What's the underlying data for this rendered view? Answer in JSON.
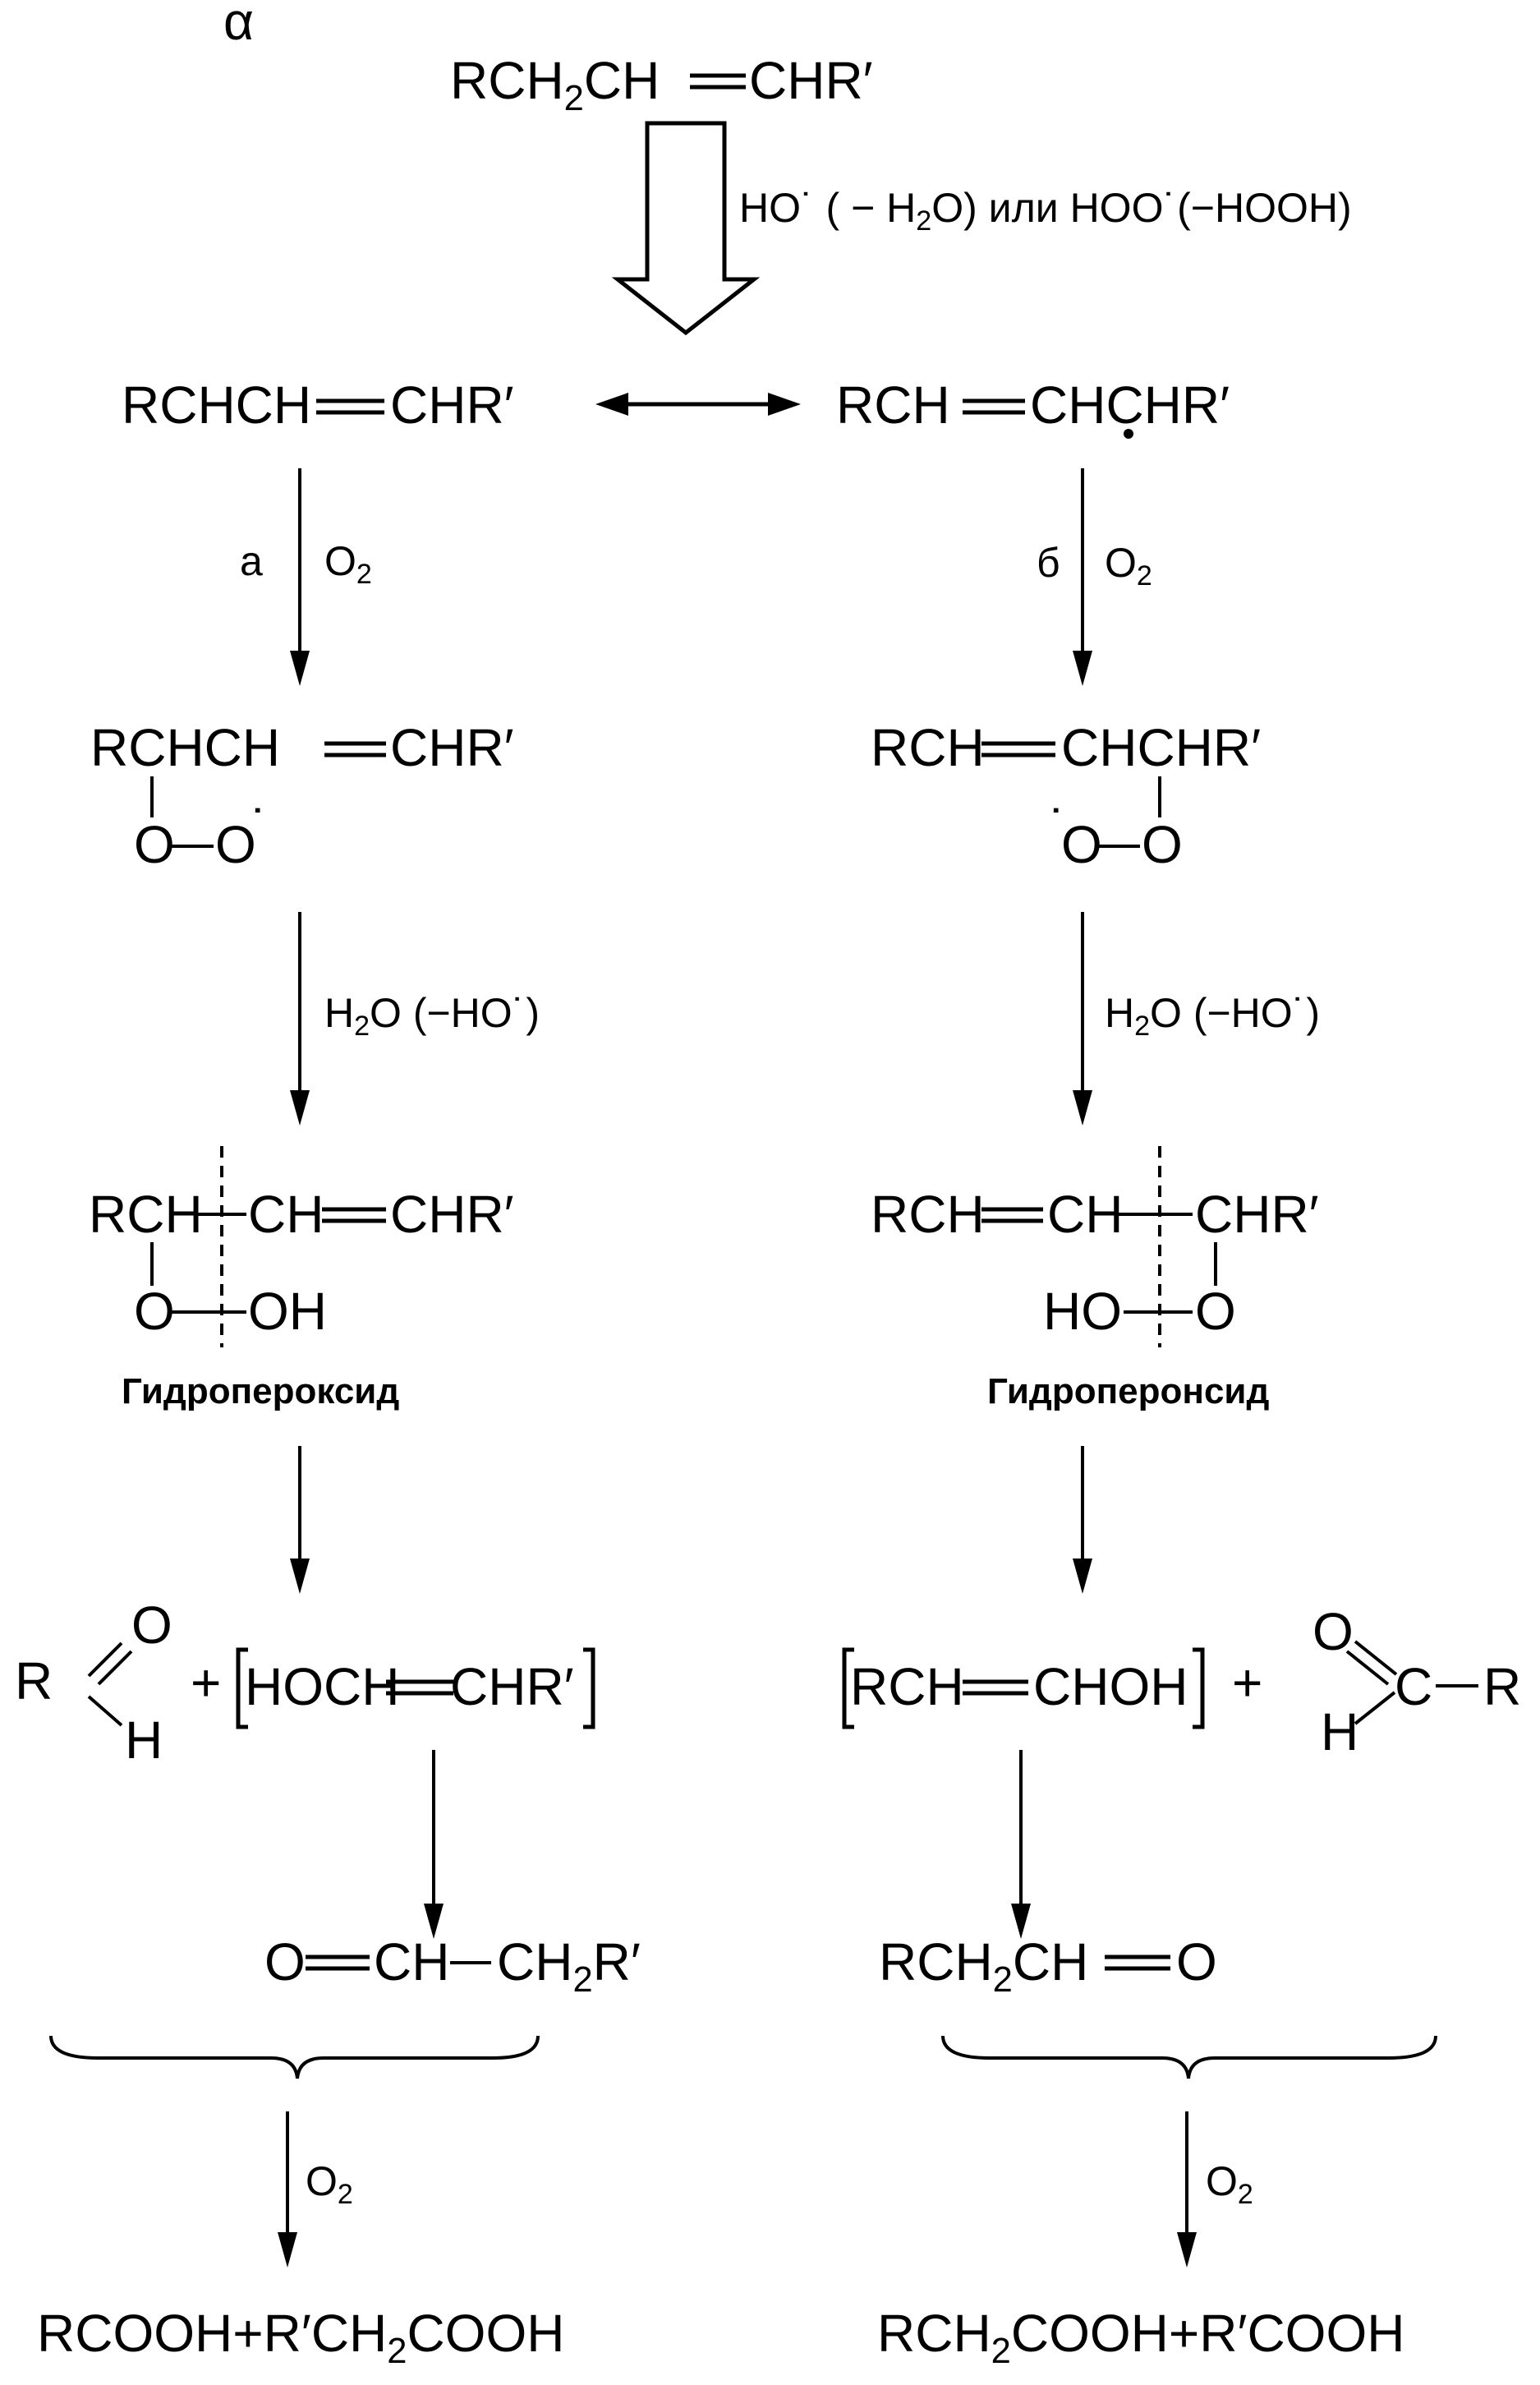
{
  "start": {
    "alpha": "α",
    "f1": "R",
    "f2": "CH",
    "f3": "2",
    "f4": "CH",
    "f5": "CHR′"
  },
  "cond_start": {
    "a": "HO",
    "b": "˙",
    "c": " ( − H",
    "d": "2",
    "e": "O) или HOO",
    "f": "˙",
    "g": "(−HOOH)"
  },
  "radical_left": {
    "a": "RCHCH",
    "b": "CHR′"
  },
  "radical_right": {
    "a": "RCH",
    "b": "CHCHR′"
  },
  "cond_a": {
    "label": "а",
    "reagent": "O",
    "sub": "2"
  },
  "cond_b": {
    "label": "б",
    "reagent": "O",
    "sub": "2"
  },
  "peroxyl_left": {
    "a": "RCHCH",
    "b": "CHR′",
    "o1": "O",
    "o2": "O",
    "rad": "˙"
  },
  "peroxyl_right": {
    "a": "RCH",
    "b": "CHCHR′",
    "rad": "˙",
    "o1": "O",
    "o2": "O"
  },
  "cond_h2o_left": {
    "a": "H",
    "b": "2",
    "c": "O (−HO",
    "d": "˙",
    "e": ")"
  },
  "cond_h2o_right": {
    "a": "H",
    "b": "2",
    "c": "O (−HO",
    "d": "˙",
    "e": ")"
  },
  "hydro_left": {
    "a": "RCH",
    "b": "CH",
    "c": "CHR′",
    "o": "O",
    "oh": "OH",
    "caption": "Гидропероксид"
  },
  "hydro_right": {
    "a": "RCH",
    "b": "CH",
    "c": "CHR′",
    "ho": "HO",
    "o": "O",
    "caption": "Гидроперонсид"
  },
  "split_left": {
    "r": "R",
    "o": "O",
    "h": "H",
    "plus": "+",
    "b1": "HOCH",
    "b2": "CHR′"
  },
  "split_right": {
    "b1": "RCH",
    "b2": "CHOH",
    "plus": "+",
    "o": "O",
    "h": "H",
    "c": "C",
    "r": "R"
  },
  "aldehyde_left": {
    "a": "O",
    "b": "CH",
    "c": "CH",
    "d": "2",
    "e": "R′"
  },
  "aldehyde_right": {
    "a": "RCH",
    "b": "2",
    "c": "CH",
    "d": "O"
  },
  "cond_final_left": {
    "reagent": "O",
    "sub": "2"
  },
  "cond_final_right": {
    "reagent": "O",
    "sub": "2"
  },
  "acid_left": {
    "a": "RCOOH+R′CH",
    "b": "2",
    "c": "COOH"
  },
  "acid_right": {
    "a": "RCH",
    "b": "2",
    "c": "COOH+R′COOH"
  }
}
